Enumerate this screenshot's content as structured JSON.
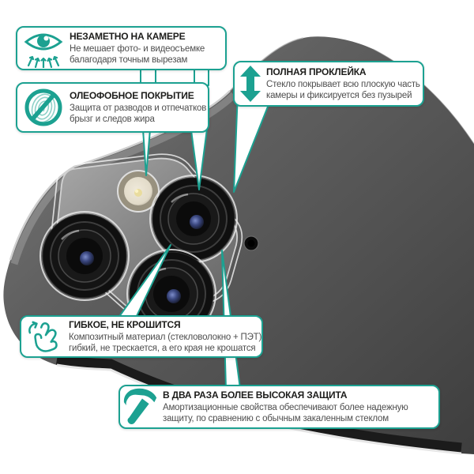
{
  "colors": {
    "accent_teal": "#1CA191",
    "teal_light": "#8FD1C8",
    "title_text": "#1D1D1B",
    "body_text": "#4E4E4E",
    "background": "#FFFFFF",
    "phone_body": "#565656"
  },
  "callouts": [
    {
      "icon": "eye-icon",
      "title": "НЕЗАМЕТНО НА КАМЕРЕ",
      "lines": [
        "Не мешает фото- и видеосъемке",
        "балагодаря точным вырезам"
      ]
    },
    {
      "icon": "no-fingerprint-icon",
      "title": "ОЛЕОФОБНОЕ ПОКРЫТИЕ",
      "lines": [
        "Защита от разводов и отпечатков",
        "брызг и следов жира"
      ]
    },
    {
      "icon": "full-glue-arrows-icon",
      "title": "ПОЛНАЯ ПРОКЛЕЙКА",
      "lines": [
        "Стекло покрывает всю плоскую часть",
        "камеры и фиксируется без пузырей"
      ]
    },
    {
      "icon": "flex-hand-icon",
      "title": "ГИБКОЕ, НЕ КРОШИТСЯ",
      "lines": [
        "Композитный материал (стекловолокно + ПЭТ)",
        "гибкий, не трескается, а его края не крошатся"
      ]
    },
    {
      "icon": "hammer-icon",
      "title": "В ДВА РАЗА БОЛЕЕ ВЫСОКАЯ ЗАЩИТА",
      "lines": [
        "Амортизационные свойства обеспечивают более надежную",
        "защиту, по сравнению с обычным закаленным стеклом"
      ]
    }
  ]
}
